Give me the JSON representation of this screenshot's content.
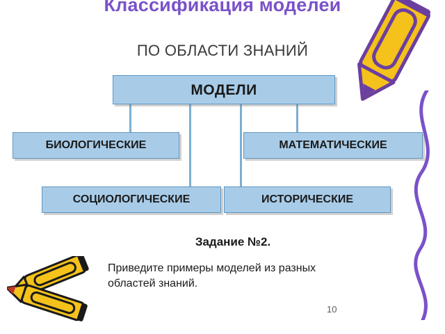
{
  "slide": {
    "title_main": "Классификация моделей",
    "title_sub": "ПО ОБЛАСТИ ЗНАНИЙ",
    "page_number": "10"
  },
  "diagram": {
    "root": {
      "label": "МОДЕЛИ"
    },
    "nodes": [
      {
        "label": "БИОЛОГИЧЕСКИЕ"
      },
      {
        "label": "МАТЕМАТИЧЕСКИЕ"
      },
      {
        "label": "СОЦИОЛОГИЧЕСКИЕ"
      },
      {
        "label": "ИСТОРИЧЕСКИЕ"
      }
    ]
  },
  "task": {
    "heading": "Задание №2.",
    "text": "Приведите примеры моделей из разных областей знаний."
  },
  "decorations": {
    "pencil_top": "purple-crayon-icon",
    "pencils_bottom": "crayon-pair-icon",
    "squiggle": "purple-squiggle-icon"
  },
  "colors": {
    "title_accent": "#7A52C8",
    "box_fill": "#A8CCE8",
    "box_border": "#5E95C0",
    "connector": "#7BAFD4"
  }
}
